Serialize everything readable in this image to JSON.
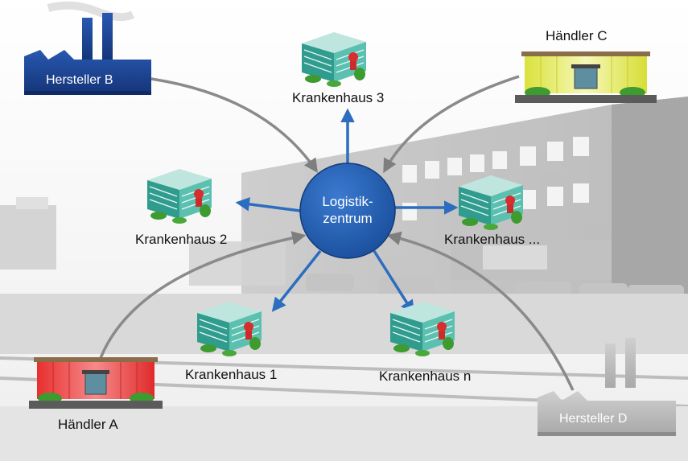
{
  "hub": {
    "line1": "Logistik-",
    "line2": "zentrum"
  },
  "hospitals": {
    "h3": "Krankenhaus 3",
    "h2": "Krankenhaus 2",
    "hdots": "Krankenhaus ...",
    "h1": "Krankenhaus 1",
    "hn": "Krankenhaus n"
  },
  "suppliers": {
    "herstellerB": "Hersteller B",
    "herstellerD": "Hersteller D",
    "haendlerA": "Händler A",
    "haendlerC": "Händler C"
  },
  "colors": {
    "hub": "#1f5cab",
    "arrow_out": "#2c6dbf",
    "arrow_in": "#8a8a8a",
    "hersteller_b": "#1b3f8f",
    "hersteller_d": "#b8b8b8",
    "haendler_a": "#e23a3a",
    "haendler_c": "#d8e04a",
    "hospital": "#3aa89a"
  }
}
